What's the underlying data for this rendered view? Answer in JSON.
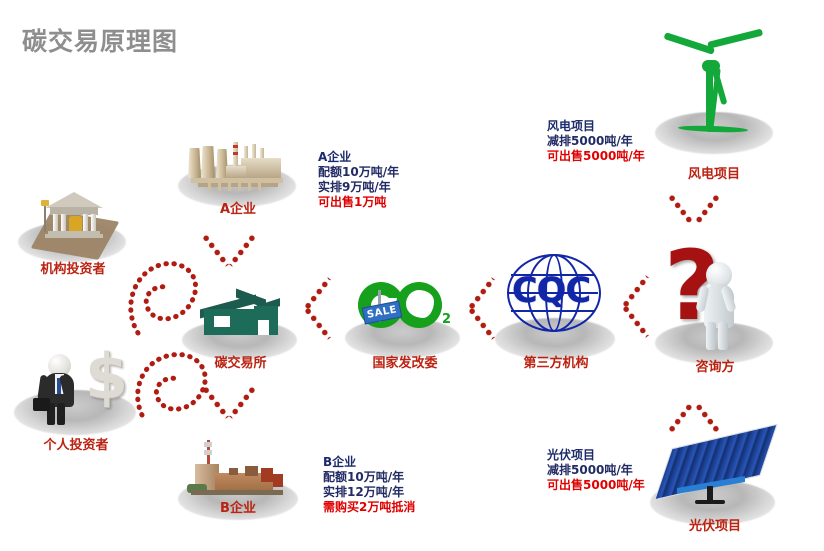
{
  "page": {
    "title": "碳交易原理图",
    "title_color": "#8e8e8e",
    "background": "#ffffff",
    "accent_red": "#bb2211",
    "info_blue": "#1b2a6b",
    "alert_red": "#e00000"
  },
  "nodes": {
    "institutional_investor": {
      "label": "机构投资者",
      "icon": "bank-icon"
    },
    "individual_investor": {
      "label": "个人投资者",
      "icon": "businessman-dollar-icon"
    },
    "enterprise_a": {
      "label": "A企业",
      "icon": "power-plant-icon"
    },
    "enterprise_b": {
      "label": "B企业",
      "icon": "factory-icon"
    },
    "exchange": {
      "label": "碳交易所",
      "icon": "house-icon"
    },
    "ndrc": {
      "label": "国家发改委",
      "icon": "co2-sale-icon"
    },
    "third_party": {
      "label": "第三方机构",
      "icon": "cqc-globe-icon"
    },
    "consultant": {
      "label": "咨询方",
      "icon": "question-mark-thinker-icon"
    },
    "wind_project": {
      "label": "风电项目",
      "icon": "wind-turbine-icon"
    },
    "solar_project": {
      "label": "光伏项目",
      "icon": "solar-panel-icon"
    }
  },
  "info": {
    "enterprise_a": {
      "title": "A企业",
      "line1": "配额10万吨/年",
      "line2": "实排9万吨/年",
      "line3": "可出售1万吨"
    },
    "enterprise_b": {
      "title": "B企业",
      "line1": "配额10万吨/年",
      "line2": "实排12万吨/年",
      "line3": "需购买2万吨抵消"
    },
    "wind_project": {
      "title": "风电项目",
      "line1": "减排5000吨/年",
      "line2": "可出售5000吨/年"
    },
    "solar_project": {
      "title": "光伏项目",
      "line1": "减排5000吨/年",
      "line2": "可出售5000吨/年"
    }
  },
  "logos": {
    "cqc": "CQC",
    "co2_subscript": "2",
    "sale_tag": "SALE",
    "dollar_sign": "$",
    "question_mark": "?"
  },
  "arrows": [
    {
      "name": "arrow-a-to-exchange",
      "direction": "down",
      "style": "dotted-chevron"
    },
    {
      "name": "arrow-exchange-to-b",
      "direction": "down",
      "style": "dotted-chevron"
    },
    {
      "name": "arrow-ndrc-to-exchange",
      "direction": "left",
      "style": "dotted-chevron"
    },
    {
      "name": "arrow-thirdparty-to-ndrc",
      "direction": "left",
      "style": "dotted-chevron"
    },
    {
      "name": "arrow-consultant-to-thirdparty",
      "direction": "left",
      "style": "dotted-chevron"
    },
    {
      "name": "arrow-wind-to-consultant",
      "direction": "down",
      "style": "dotted-chevron"
    },
    {
      "name": "arrow-solar-to-consultant",
      "direction": "up",
      "style": "dotted-chevron"
    },
    {
      "name": "arrow-institutional-exchange",
      "direction": "loop",
      "style": "dotted-loop"
    },
    {
      "name": "arrow-individual-exchange",
      "direction": "loop",
      "style": "dotted-loop"
    }
  ]
}
